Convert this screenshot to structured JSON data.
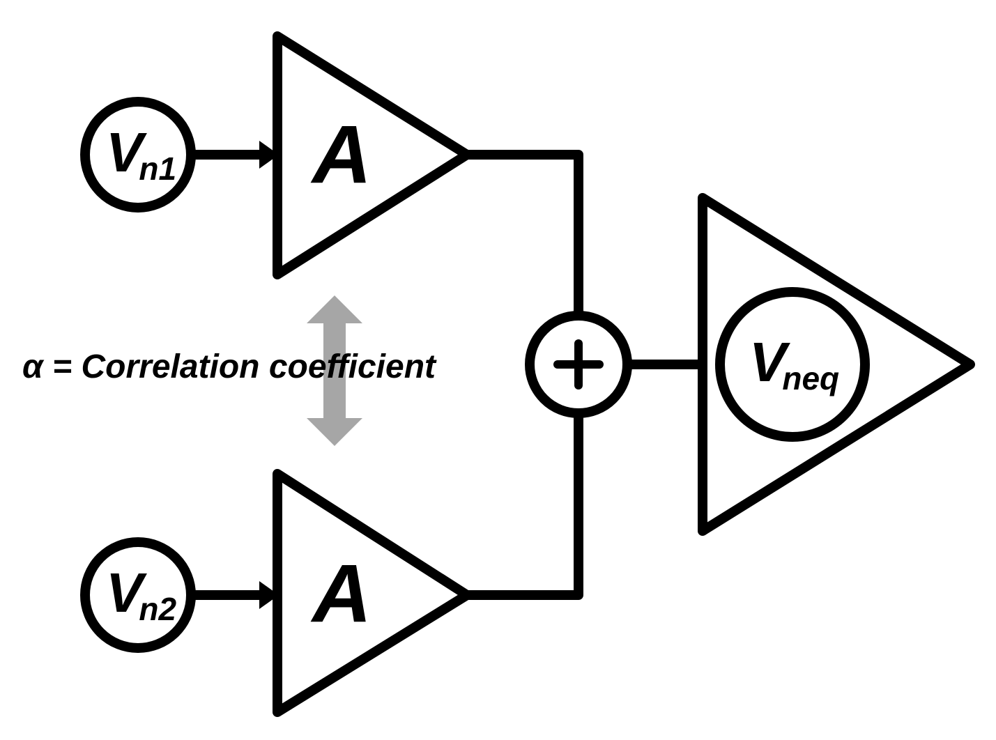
{
  "sources": {
    "top": {
      "symbol": "V",
      "subscript": "n1"
    },
    "bottom": {
      "symbol": "V",
      "subscript": "n2"
    },
    "equivalent": {
      "symbol": "V",
      "subscript": "neq"
    }
  },
  "amplifiers": {
    "top_gain": "A",
    "bottom_gain": "A"
  },
  "summer_symbol": "+",
  "correlation_label": "α = Correlation coefficient",
  "colors": {
    "lines": "#000000",
    "correlation_arrow": "#a6a6a6"
  }
}
